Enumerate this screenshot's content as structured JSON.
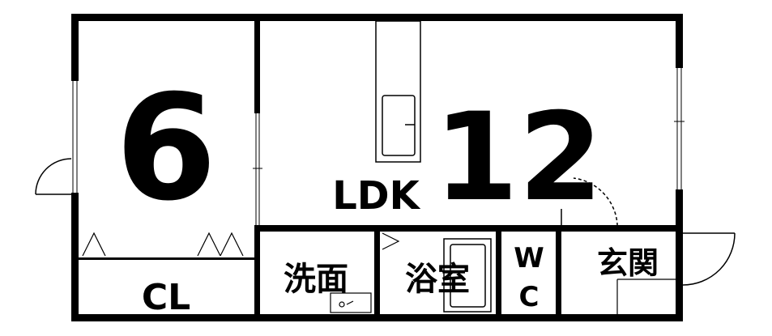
{
  "floorplan": {
    "rooms": {
      "western_room": {
        "size": "6"
      },
      "closet": {
        "label": "CL"
      },
      "living": {
        "label": "LDK",
        "size": "12"
      },
      "washroom": {
        "label": "洗面"
      },
      "bathroom": {
        "label": "浴室"
      },
      "toilet": {
        "label_top": "W",
        "label_bottom": "C"
      },
      "entrance": {
        "label": "玄関"
      }
    },
    "colors": {
      "wall": "#000000",
      "background": "#ffffff",
      "fixture": "#555555"
    }
  }
}
